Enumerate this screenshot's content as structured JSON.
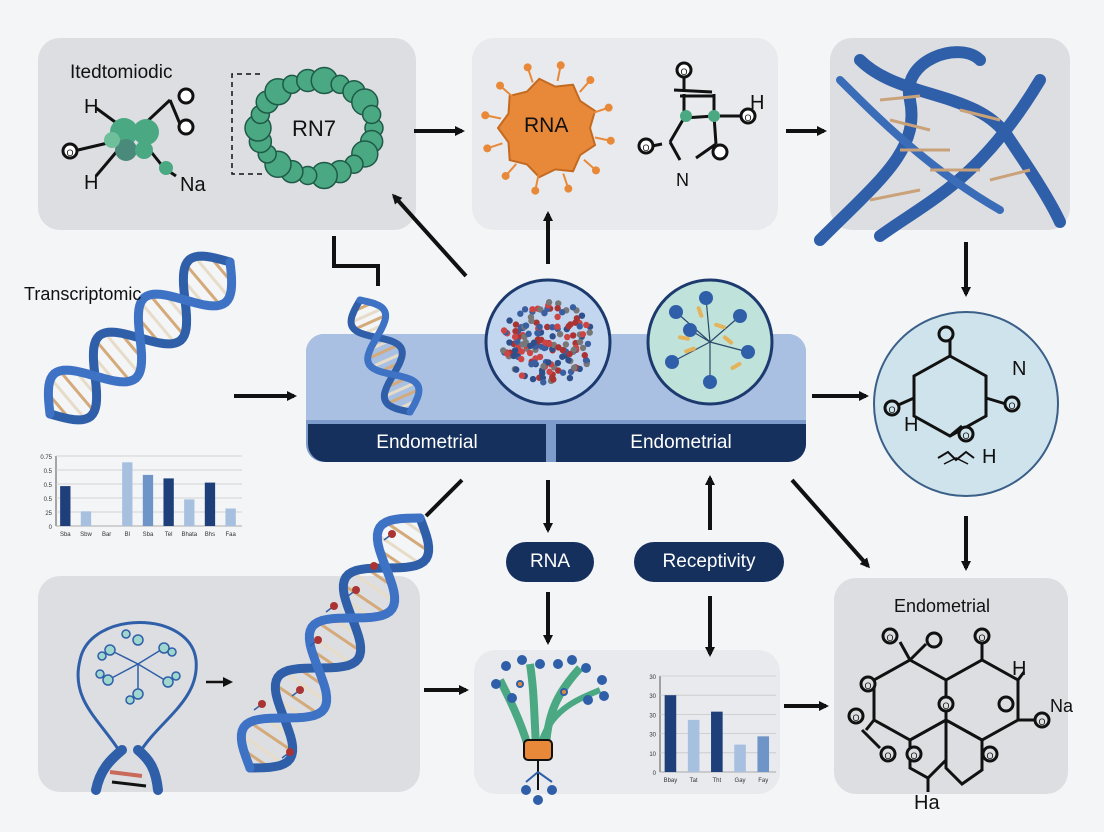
{
  "labels": {
    "top_left_title": "Itedtomiodic",
    "rn7_circle": "RN7",
    "rna_blob": "RNA",
    "transcriptomic": "Transcriptomic",
    "bar_endometrial_left": "Endometrial",
    "bar_endometrial_right": "Endometrial",
    "pill_rna": "RNA",
    "pill_receptivity": "Receptivity",
    "bottom_right_title": "Endometrial"
  },
  "atoms": {
    "tl_H_top": "H",
    "tl_O_left": "O",
    "tl_H_bottom": "H",
    "tl_Na": "Na",
    "tc_O_top": "O",
    "tc_H": "H",
    "tc_O_left": "O",
    "tc_O_right": "O",
    "tc_N": "N",
    "mr_N": "N",
    "mr_O_left": "O",
    "mr_O_right": "O",
    "mr_H_left": "H",
    "mr_O_bottom": "O",
    "mr_H_bottom": "H",
    "br_O_tl": "O",
    "br_O_top": "O",
    "br_H": "H",
    "br_O_left": "O",
    "br_O_mid": "O",
    "br_O_right": "O",
    "br_Na": "Na",
    "br_O_far_left": "O",
    "br_O_lower_left": "O",
    "br_O_lower_mid": "O",
    "br_O_lower_right": "O",
    "br_Ha": "Ha"
  },
  "colors": {
    "dna_blue": "#2f5fa8",
    "teal": "#4aa882",
    "orange": "#e8893a",
    "navy": "#16305e",
    "panel_gray": "#dddee2",
    "light_blue_circle": "#cfe3ec"
  },
  "chart_data": [
    {
      "type": "bar",
      "yticks": [
        "0.75",
        "0.5",
        "0.5",
        "0.5",
        "25",
        "0"
      ],
      "categories": [
        "Sba",
        "Sbw",
        "Bar",
        "Bl",
        "Sba",
        "Tel",
        "Bhata",
        "Bhs",
        "Faa"
      ],
      "values": [
        0.57,
        0.21,
        0.0,
        0.91,
        0.73,
        0.68,
        0.38,
        0.62,
        0.25
      ],
      "ylim": [
        0,
        1
      ]
    },
    {
      "type": "bar",
      "yticks": [
        "30",
        "30",
        "30",
        "30",
        "10",
        "0"
      ],
      "categories": [
        "Bbay",
        "Tat",
        "Tht",
        "Gay",
        "Fay"
      ],
      "values": [
        28,
        19,
        22,
        10,
        13
      ],
      "ylim": [
        0,
        35
      ]
    }
  ]
}
